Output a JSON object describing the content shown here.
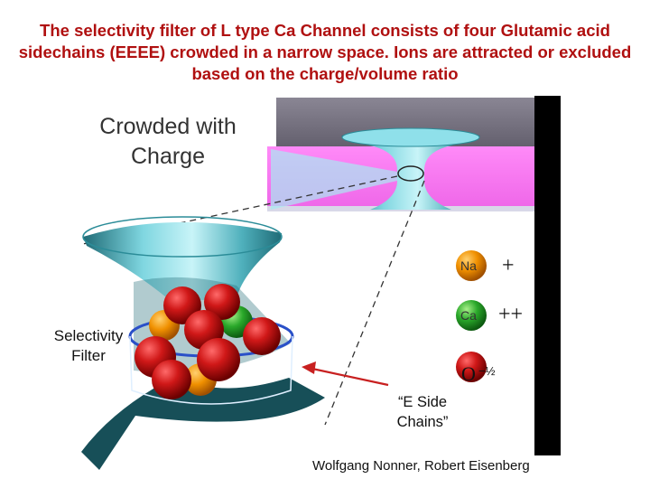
{
  "title": "The selectivity filter of L type Ca Channel consists of four Glutamic acid sidechains (EEEE) crowded in a narrow space.  Ions are attracted or excluded based on the charge/volume ratio",
  "labels": {
    "crowded": "Crowded with Charge",
    "selectivity": "Selectivity Filter",
    "e_side_chains": "“E Side Chains”",
    "credit": "Wolfgang Nonner, Robert Eisenberg"
  },
  "ions": [
    {
      "symbol": "Na",
      "charge": "+",
      "color": "#f5a000"
    },
    {
      "symbol": "Ca",
      "charge": "++",
      "color": "#2aa82a"
    },
    {
      "symbol": "O",
      "charge": "−½",
      "color": "#c01010"
    }
  ],
  "colors": {
    "title": "#b01010",
    "membrane_gray": "#6e6a78",
    "membrane_pink": "#f47cf0",
    "channel_cyan": "#7fd6e0",
    "bar": "#000000"
  }
}
